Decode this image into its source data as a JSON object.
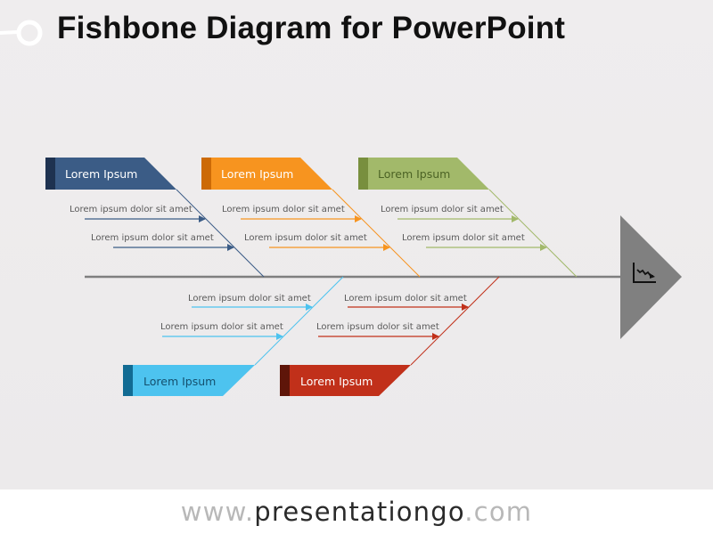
{
  "header": {
    "title": "Fishbone Diagram for PowerPoint"
  },
  "footer": {
    "prefix": "www.",
    "brand": "presentationgo",
    "suffix": ".com"
  },
  "colors": {
    "spine": "#7f7f7f",
    "head": "#808080",
    "blue": "#3b5c86",
    "orange": "#f7941f",
    "green": "#a2b96a",
    "cyan": "#4dc3ef",
    "red": "#c1301a"
  },
  "effect": {
    "icon": "chart-decline-icon"
  },
  "categories": [
    {
      "id": "top-1",
      "label": "Lorem Ipsum",
      "color": "blue",
      "causes": [
        "Lorem ipsum  dolor sit amet",
        "Lorem ipsum  dolor sit amet"
      ]
    },
    {
      "id": "top-2",
      "label": "Lorem Ipsum",
      "color": "orange",
      "causes": [
        "Lorem ipsum  dolor sit amet",
        "Lorem ipsum  dolor sit amet"
      ]
    },
    {
      "id": "top-3",
      "label": "Lorem Ipsum",
      "color": "green",
      "causes": [
        "Lorem ipsum  dolor sit amet",
        "Lorem ipsum  dolor sit amet"
      ]
    },
    {
      "id": "bottom-1",
      "label": "Lorem Ipsum",
      "color": "cyan",
      "causes": [
        "Lorem ipsum  dolor sit amet",
        "Lorem ipsum  dolor sit amet"
      ]
    },
    {
      "id": "bottom-2",
      "label": "Lorem Ipsum",
      "color": "red",
      "causes": [
        "Lorem ipsum  dolor sit amet",
        "Lorem ipsum  dolor sit amet"
      ]
    }
  ]
}
